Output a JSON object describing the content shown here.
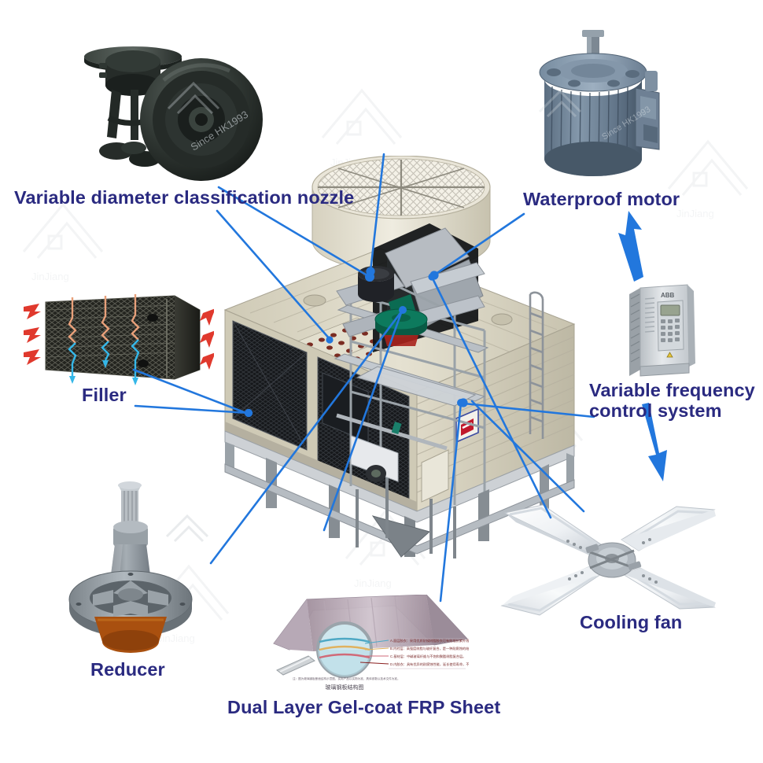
{
  "diagram": {
    "subject": "Counterflow cooling tower exploded component diagram",
    "background_color": "#ffffff",
    "label_color": "#2a2a80",
    "leader_color": "#2277dd",
    "arrow_color": "#2277dd"
  },
  "labels": {
    "nozzle": "Variable diameter classification nozzle",
    "motor": "Waterproof motor",
    "filler": "Filler",
    "vfd": "Variable frequency\ncontrol system",
    "reducer": "Reducer",
    "fan": "Cooling fan",
    "frp": "Dual Layer Gel-coat FRP Sheet"
  },
  "watermark": {
    "text": "Since HK1993",
    "brand": "JinJiang"
  },
  "components": [
    {
      "id": "nozzle",
      "name": "Variable diameter classification nozzle",
      "label": "Variable diameter classification nozzle",
      "colors": {
        "body": "#2f3632",
        "shadow": "#1a1f1c",
        "highlight": "#6d7672"
      },
      "description": "Black ABS spray nozzle, side view plus face view"
    },
    {
      "id": "motor",
      "name": "Waterproof motor",
      "label": "Waterproof motor",
      "colors": {
        "body": "#7b8ea3",
        "fins": "#5f7competitor",
        "top": "#8e9fb3",
        "shaft": "#6f7d88"
      },
      "description": "Vertical finned waterproof induction motor with terminal box"
    },
    {
      "id": "filler",
      "name": "Filler",
      "label": "Filler",
      "colors": {
        "pack": "#2a2a28",
        "air_arrow": "#e03a2f",
        "hot_water": "#e8a07a",
        "cold_water": "#35b7e8"
      },
      "description": "Dark PVC fill pack with red air-flow arrows and water-flow lines"
    },
    {
      "id": "vfd",
      "name": "Variable frequency control system",
      "label": "Variable frequency\ncontrol system",
      "colors": {
        "body": "#d9dde1",
        "panel": "#c3c9ce",
        "screen": "#9aa79a",
        "warning": "#e8c53a"
      },
      "description": "Wall mounted variable frequency drive with keypad and LCD"
    },
    {
      "id": "reducer",
      "name": "Reducer",
      "label": "Reducer",
      "colors": {
        "body": "#8e969b",
        "base": "#a9500f",
        "shaft": "#b9bdc0"
      },
      "description": "Cast gear reducer with spoked mounting flange"
    },
    {
      "id": "fan",
      "name": "Cooling fan",
      "label": "Cooling fan",
      "colors": {
        "blade": "#f2f4f6",
        "edge": "#c9ced4",
        "hub": "#a7aeb6"
      },
      "description": "Four blade aluminium axial cooling fan with central hub"
    },
    {
      "id": "frp",
      "name": "Dual Layer Gel-coat FRP Sheet",
      "label": "Dual Layer Gel-coat FRP Sheet",
      "colors": {
        "sheet": "#b9a9b4",
        "sheet_light": "#d8cfd6",
        "lens": "#cfe7ee",
        "annotation": "#8a1f1f"
      },
      "description": "Corrugated FRP panel with magnifier cross-section callout"
    },
    {
      "id": "tower",
      "name": "Cooling tower assembly",
      "label": "",
      "colors": {
        "casing": "#ded9c7",
        "casing_dark": "#c6c1ad",
        "louver": "#14161a",
        "steel": "#9aa2a8",
        "reducer_green": "#0c6b52",
        "motor_black": "#232528"
      },
      "description": "Square counterflow FRP cooling tower on steel frame with ladder, fan stack and access platform"
    }
  ],
  "leaders": [
    {
      "from": "nozzle",
      "label_side": "left",
      "target": "tower-nozzle-deck"
    },
    {
      "from": "motor",
      "label_side": "right",
      "target": "tower-motor"
    },
    {
      "from": "filler",
      "label_side": "left",
      "target": "tower-fill-panel"
    },
    {
      "from": "vfd",
      "label_side": "right",
      "target": "tower-control"
    },
    {
      "from": "reducer",
      "label_side": "left",
      "target": "tower-reducer"
    },
    {
      "from": "fan",
      "label_side": "right",
      "target": "tower-fan-blade"
    },
    {
      "from": "frp",
      "label_side": "bottom",
      "target": "tower-casing-panel"
    }
  ],
  "arrows": [
    {
      "id": "vfd-to-motor",
      "direction": "up",
      "color": "#2277dd"
    },
    {
      "id": "vfd-to-fan",
      "direction": "down",
      "color": "#2277dd"
    }
  ],
  "frp_annotation": {
    "caption": "玻璃钢板结构图",
    "lines": [
      "A.面层胶衣：采用优质耐候树脂胶衣可有效抵抗紫外线及老化。",
      "B.内衬层：高强度树脂与玻纤复合，是一种耐腐蚀的结构层。",
      "C.基材层：中碱玻璃纤维与不饱和聚酯树脂复合层。",
      "D.内胶衣：具有优异的耐腐蚀性能，延长使用寿命，不易渗漏。"
    ],
    "footer": "注：图为玻璃钢板断面结构示意图，实际产品以实物为准。"
  }
}
